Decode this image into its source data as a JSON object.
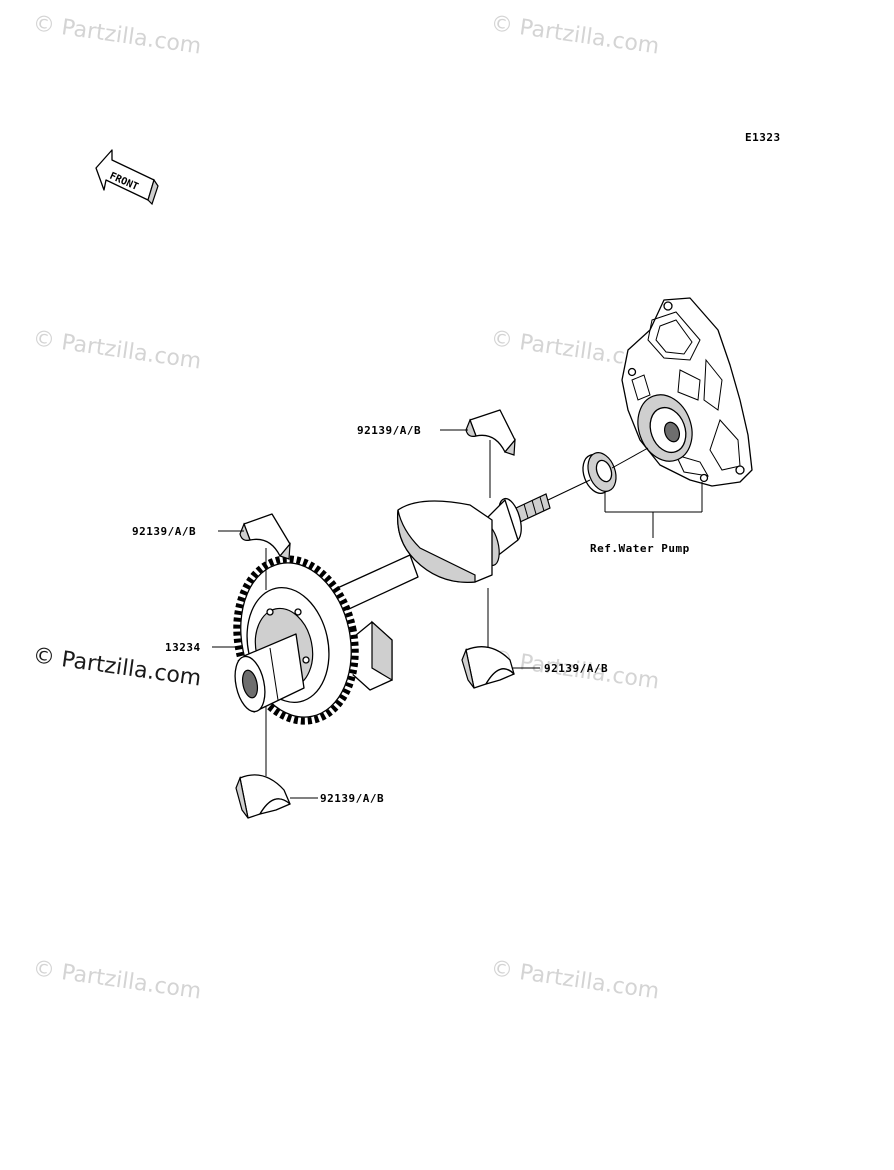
{
  "diagram_code": "E1323",
  "front_arrow_label": "FRONT",
  "watermark": "© Partzilla.com",
  "callouts": {
    "bearing_top_right": "92139/A/B",
    "bearing_top_left": "92139/A/B",
    "gear": "13234",
    "bearing_bottom_right": "92139/A/B",
    "bearing_bottom_left": "92139/A/B",
    "water_pump_ref": "Ref.Water Pump"
  }
}
